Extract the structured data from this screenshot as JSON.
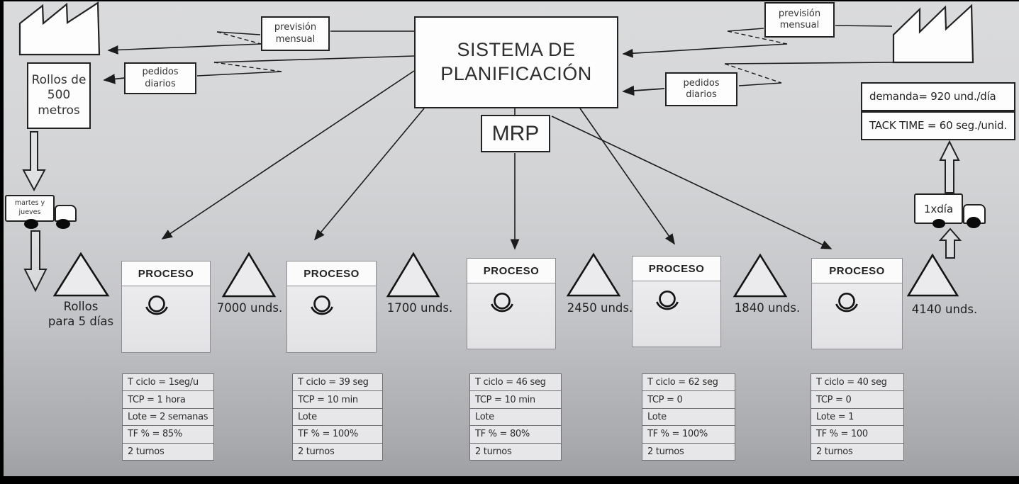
{
  "planning": {
    "title": "SISTEMA DE PLANIFICACIÓN",
    "mrp_label": "MRP"
  },
  "information_flows": {
    "left_forecast_label": "previsión mensual",
    "left_orders_label": "pedidos diarios",
    "right_forecast_label": "previsión mensual",
    "right_orders_label": "pedidos diarios"
  },
  "supplier": {
    "material_label": "Rollos de 500 metros",
    "truck_label": "martes y jueves",
    "inventory_line1": "Rollos",
    "inventory_line2": "para 5 días"
  },
  "customer": {
    "demand_label": "demanda= 920 und./día",
    "takt_label": "TACK TIME = 60 seg./unid.",
    "truck_label": "1xdía"
  },
  "processes": [
    {
      "title": "PROCESO",
      "rows": [
        "T ciclo = 1seg/u",
        "TCP = 1 hora",
        "Lote = 2 semanas",
        "TF % = 85%",
        "2 turnos"
      ]
    },
    {
      "title": "PROCESO",
      "rows": [
        "T ciclo = 39 seg",
        "TCP = 10 min",
        "Lote",
        "TF % = 100%",
        "2 turnos"
      ]
    },
    {
      "title": "PROCESO",
      "rows": [
        "T ciclo = 46 seg",
        "TCP = 10 min",
        "Lote",
        "TF % = 80%",
        "2 turnos"
      ]
    },
    {
      "title": "PROCESO",
      "rows": [
        "T ciclo = 62 seg",
        "TCP = 0",
        "Lote",
        "TF % = 100%",
        "2 turnos"
      ]
    },
    {
      "title": "PROCESO",
      "rows": [
        "T ciclo = 40 seg",
        "TCP = 0",
        "Lote = 1",
        "TF % = 100",
        "2 turnos"
      ]
    }
  ],
  "inventories": [
    {
      "label": "7000 unds."
    },
    {
      "label": "1700 unds."
    },
    {
      "label": "2450 unds."
    },
    {
      "label": "1840 unds."
    },
    {
      "label": "4140 unds."
    }
  ],
  "icons": {
    "factory": "factory-icon",
    "operator": "operator-icon",
    "inventory_triangle": "inventory-triangle-icon",
    "truck": "truck-icon",
    "push_arrow": "outline-arrow-icon",
    "electronic_info": "zigzag-arrow-icon"
  },
  "colors": {
    "background_top": "#d9dadb",
    "background_bottom": "#9d9ea1",
    "line": "#1c1c1c",
    "box_fill": "#fdfdfd",
    "panel_fill": "#e9e9eb"
  }
}
